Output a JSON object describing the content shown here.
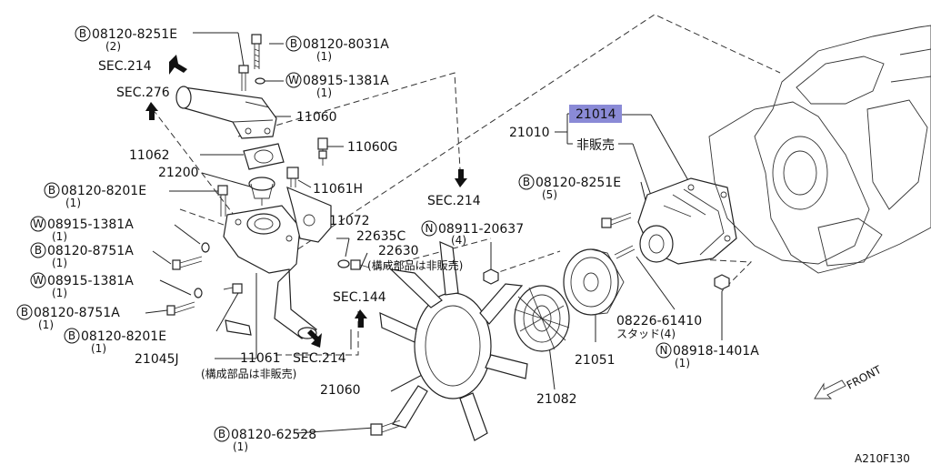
{
  "diagram": {
    "code": "A210F130",
    "front_label": "FRONT",
    "highlight_part": "21014",
    "labels": {
      "b1": {
        "prefix": "B",
        "num": "08120-8251E",
        "qty": "(2)"
      },
      "b2": {
        "prefix": "B",
        "num": "08120-8031A",
        "qty": "(1)"
      },
      "w1": {
        "prefix": "W",
        "num": "08915-1381A",
        "qty": "(1)"
      },
      "sec214a": "SEC.214",
      "sec276": "SEC.276",
      "p11060": "11060",
      "p11060g": "11060G",
      "p11062": "11062",
      "p21200": "21200",
      "p11061h": "11061H",
      "b3": {
        "prefix": "B",
        "num": "08120-8201E",
        "qty": "(1)"
      },
      "sec214b": "SEC.214",
      "p11072": "11072",
      "w2": {
        "prefix": "W",
        "num": "08915-1381A",
        "qty": "(1)"
      },
      "b4": {
        "prefix": "B",
        "num": "08120-8751A",
        "qty": "(1)"
      },
      "p22635c": "22635C",
      "p22630": "22630",
      "note1": "(構成部品は非販売)",
      "w3": {
        "prefix": "W",
        "num": "08915-1381A",
        "qty": "(1)"
      },
      "b5": {
        "prefix": "B",
        "num": "08120-8751A",
        "qty": "(1)"
      },
      "sec144": "SEC.144",
      "b6": {
        "prefix": "B",
        "num": "08120-8201E",
        "qty": "(1)"
      },
      "p21045j": "21045J",
      "p11061": "11061",
      "note2": "(構成部品は非販売)",
      "sec214c": "SEC.214",
      "p21060": "21060",
      "b7": {
        "prefix": "B",
        "num": "08120-62528",
        "qty": "(1)"
      },
      "n1": {
        "prefix": "N",
        "num": "08911-20637",
        "qty": "(4)"
      },
      "p21010": "21010",
      "p21014": "21014",
      "nonsale": "非販売",
      "b8": {
        "prefix": "B",
        "num": "08120-8251E",
        "qty": "(5)"
      },
      "p08226": "08226-61410",
      "stud": "スタッド(4)",
      "n2": {
        "prefix": "N",
        "num": "08918-1401A",
        "qty": "(1)"
      },
      "p21051": "21051",
      "p21082": "21082"
    }
  }
}
